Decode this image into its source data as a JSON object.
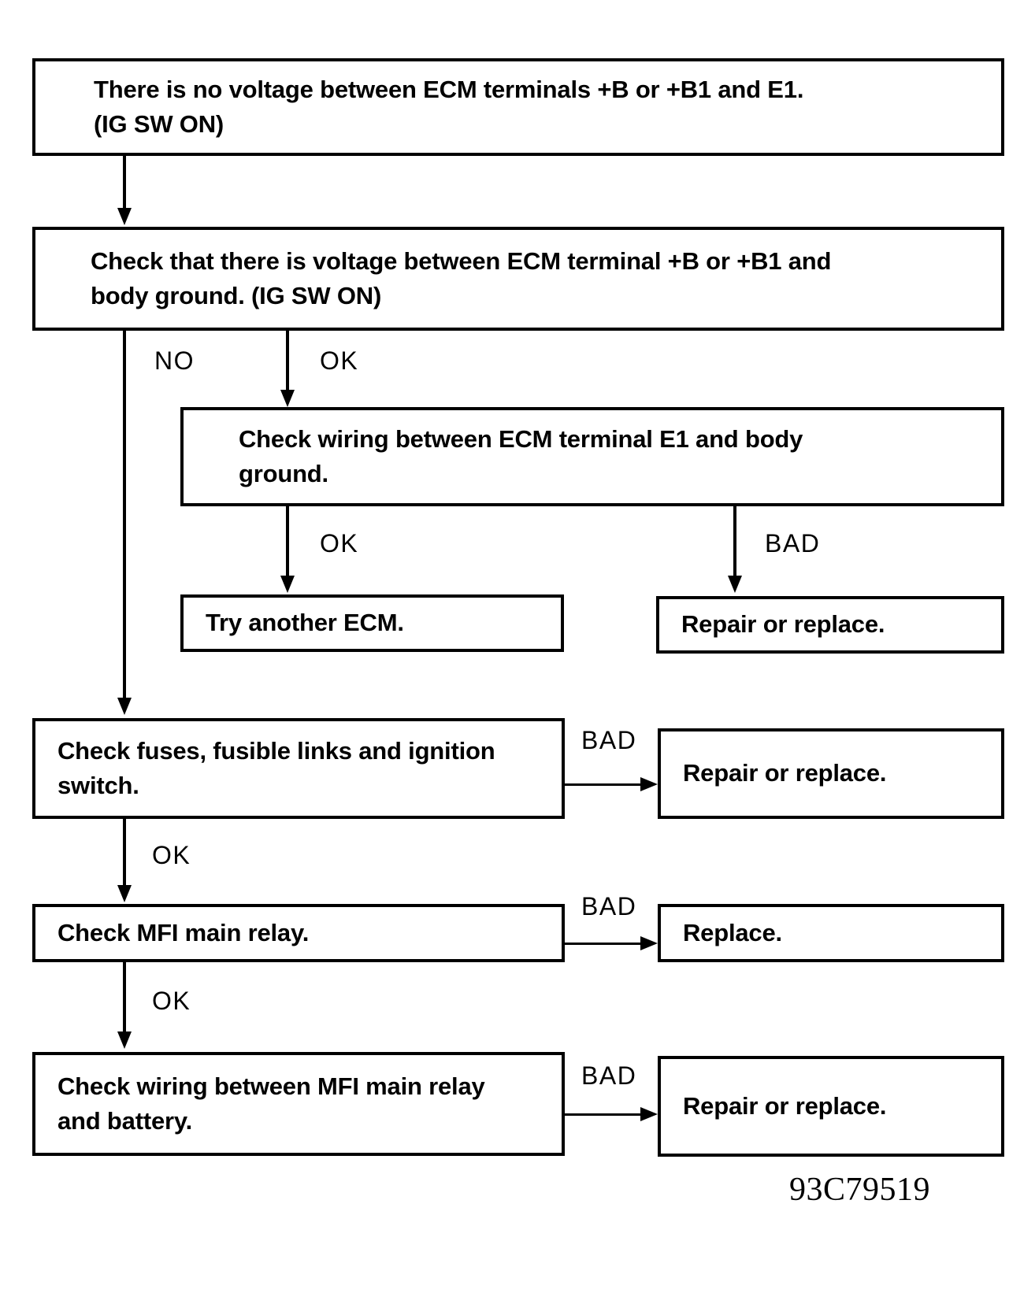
{
  "diagram": {
    "figure_code": "93C79519",
    "nodes": {
      "symptom": {
        "lines": [
          "There is no voltage between ECM terminals +B or +B1 and E1.",
          "(IG SW ON)"
        ]
      },
      "check_voltage_body_ground": {
        "lines": [
          "Check that there is voltage between ECM terminal +B or +B1 and",
          "body ground. (IG SW ON)"
        ]
      },
      "check_wiring_e1": {
        "lines": [
          "Check wiring between ECM terminal E1 and body",
          "ground."
        ]
      },
      "try_another_ecm": {
        "lines": [
          "Try another ECM."
        ]
      },
      "repair_or_replace_e1": {
        "lines": [
          "Repair or replace."
        ]
      },
      "check_fuses": {
        "lines": [
          "Check fuses, fusible links and ignition",
          "switch."
        ]
      },
      "repair_or_replace_fuses": {
        "lines": [
          "Repair or replace."
        ]
      },
      "check_mfi_relay": {
        "lines": [
          "Check MFI main relay."
        ]
      },
      "replace_relay": {
        "lines": [
          "Replace."
        ]
      },
      "check_wiring_relay_battery": {
        "lines": [
          "Check wiring between MFI main relay",
          "and battery."
        ]
      },
      "repair_or_replace_wiring": {
        "lines": [
          "Repair or replace."
        ]
      }
    },
    "edges": {
      "voltage_no": "NO",
      "voltage_ok": "OK",
      "wiring_e1_ok": "OK",
      "wiring_e1_bad": "BAD",
      "fuses_bad": "BAD",
      "fuses_ok": "OK",
      "relay_bad": "BAD",
      "relay_ok": "OK",
      "wiring_battery_bad": "BAD"
    }
  }
}
